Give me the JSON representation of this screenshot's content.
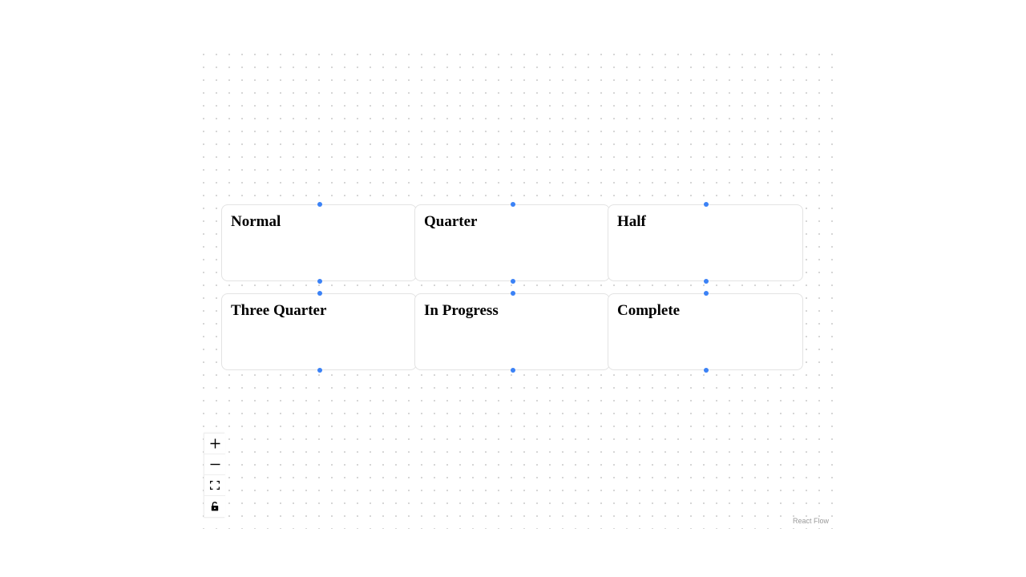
{
  "nodes": [
    {
      "label": "Normal"
    },
    {
      "label": "Quarter"
    },
    {
      "label": "Half"
    },
    {
      "label": "Three Quarter"
    },
    {
      "label": "In Progress"
    },
    {
      "label": "Complete"
    }
  ],
  "controls": {
    "zoom_in_icon": "plus-icon",
    "zoom_out_icon": "minus-icon",
    "fit_view_icon": "fit-view-icon",
    "lock_icon": "unlock-icon"
  },
  "attribution": "React Flow",
  "colors": {
    "handle": "#3b82f6",
    "node_border": "#e3e3e3",
    "dot_grid": "#cfcfcf"
  }
}
